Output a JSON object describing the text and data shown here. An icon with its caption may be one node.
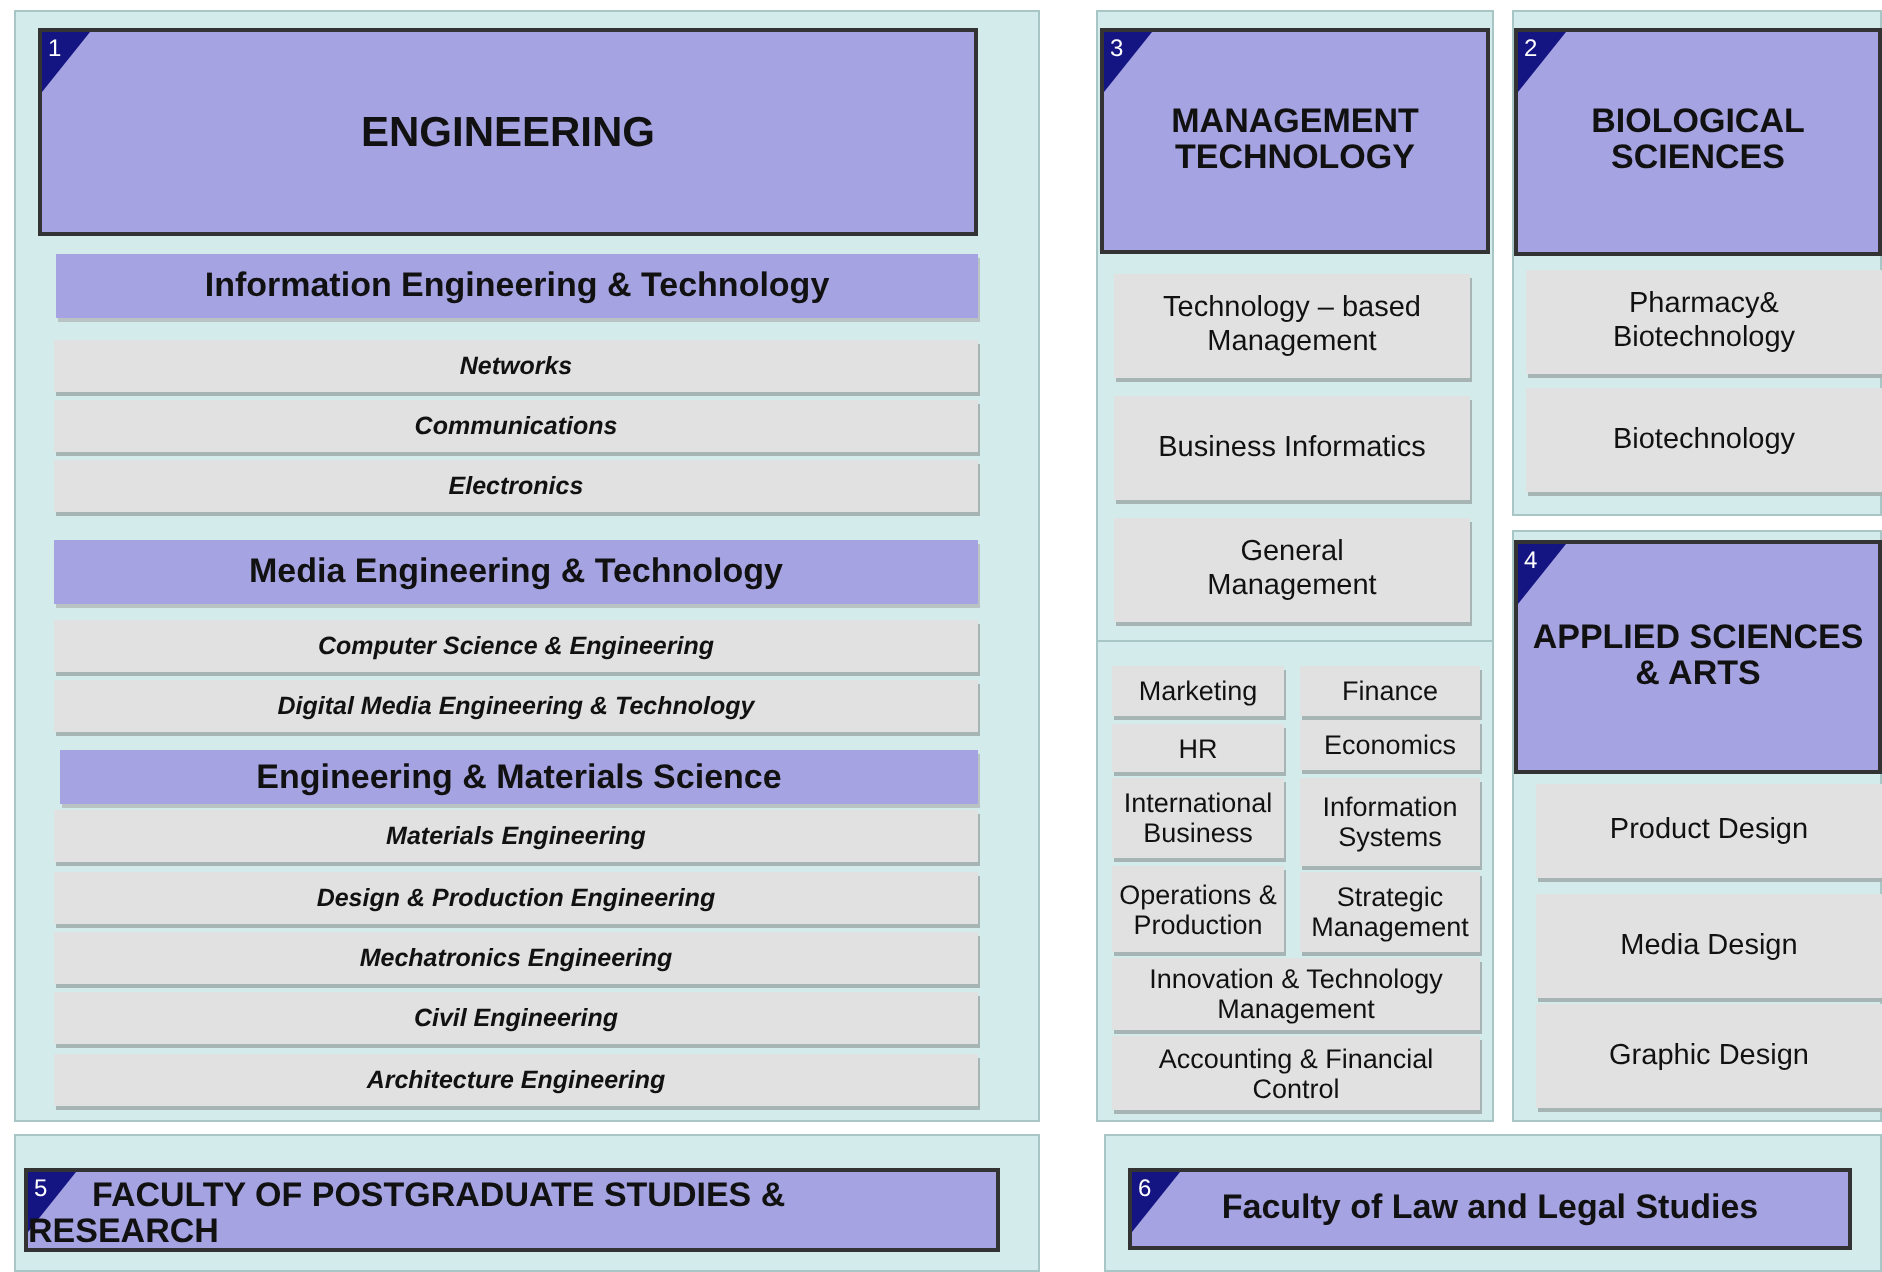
{
  "diagram": {
    "nodes": [
      {
        "text": [],
        "shape": "box"
      },
      {
        "text": [
          "1",
          "ENGINEERING"
        ],
        "in": 0
      },
      {
        "text": [
          "Information Engineering & Technology"
        ],
        "in": 0
      },
      {
        "text": [
          "Networks"
        ],
        "in": 0
      },
      {
        "text": [
          "Communications"
        ],
        "in": 0
      },
      {
        "text": [
          "Electronics"
        ],
        "in": 0
      },
      {
        "text": [
          "Media Engineering & Technology"
        ],
        "in": 0
      },
      {
        "text": [
          "Computer Science & Engineering"
        ],
        "in": 0
      },
      {
        "text": [
          "Digital Media Engineering & Technology"
        ],
        "in": 0
      },
      {
        "text": [
          "Engineering & Materials Science"
        ],
        "in": 0
      },
      {
        "text": [
          "Materials Engineering"
        ],
        "in": 0
      },
      {
        "text": [
          "Design & Production Engineering"
        ],
        "in": 0
      },
      {
        "text": [
          "Mechatronics Engineering"
        ],
        "in": 0
      },
      {
        "text": [
          "Civil Engineering"
        ],
        "in": 0
      },
      {
        "text": [
          "Architecture Engineering"
        ],
        "in": 0
      },
      {
        "text": [],
        "shape": "box"
      },
      {
        "text": [
          "3",
          "MANAGEMENT TECHNOLOGY"
        ],
        "in": 15
      },
      {
        "text": [
          "Technology – based Management"
        ],
        "in": 15
      },
      {
        "text": [
          "Business Informatics"
        ],
        "in": 15
      },
      {
        "text": [
          "General Management"
        ],
        "in": 15
      },
      {
        "text": [],
        "shape": "box",
        "in": 15
      },
      {
        "text": [
          "Marketing"
        ],
        "in": 20
      },
      {
        "text": [
          "Finance"
        ],
        "in": 20
      },
      {
        "text": [
          "HR"
        ],
        "in": 20
      },
      {
        "text": [
          "Economics"
        ],
        "in": 20
      },
      {
        "text": [
          "International Business"
        ],
        "in": 20
      },
      {
        "text": [
          "Information Systems"
        ],
        "in": 20
      },
      {
        "text": [
          "Operations & Production"
        ],
        "in": 20
      },
      {
        "text": [
          "Strategic Management"
        ],
        "in": 20
      },
      {
        "text": [
          "Innovation & Technology Management"
        ],
        "in": 20
      },
      {
        "text": [
          "Accounting & Financial Control"
        ],
        "in": 20
      },
      {
        "text": [],
        "shape": "box"
      },
      {
        "text": [
          "2",
          "BIOLOGICAL SCIENCES"
        ],
        "in": 31
      },
      {
        "text": [
          "Pharmacy& Biotechnology"
        ],
        "in": 31
      },
      {
        "text": [
          "Biotechnology"
        ],
        "in": 31
      },
      {
        "text": [],
        "shape": "box"
      },
      {
        "text": [
          "4",
          "APPLIED SCIENCES & ARTS"
        ],
        "in": 35
      },
      {
        "text": [
          "Product Design"
        ],
        "in": 35
      },
      {
        "text": [
          "Media Design"
        ],
        "in": 35
      },
      {
        "text": [
          "Graphic Design"
        ],
        "in": 35
      },
      {
        "text": [],
        "shape": "box"
      },
      {
        "text": [
          "5",
          "FACULTY OF POSTGRADUATE STUDIES & RESEARCH"
        ],
        "in": 40
      },
      {
        "text": [],
        "shape": "box"
      },
      {
        "text": [
          "6",
          "Faculty of Law and Legal Studies"
        ],
        "in": 42
      }
    ]
  }
}
